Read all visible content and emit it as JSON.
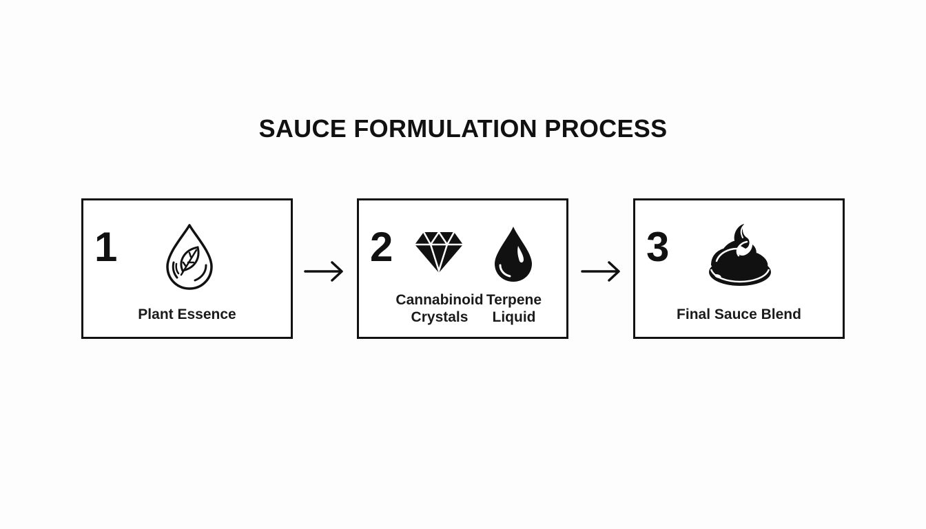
{
  "title": "SAUCE FORMULATION PROCESS",
  "steps": [
    {
      "number": "1",
      "icons": [
        "droplet-leaf-icon"
      ],
      "label": "Plant Essence"
    },
    {
      "number": "2",
      "icons": [
        "diamond-icon",
        "liquid-drop-icon"
      ],
      "sub_labels": [
        {
          "line1": "Cannabinoid",
          "line2": "Crystals"
        },
        {
          "line1": "Terpene",
          "line2": "Liquid"
        }
      ]
    },
    {
      "number": "3",
      "icons": [
        "sauce-swirl-icon"
      ],
      "label": "Final Sauce Blend"
    }
  ],
  "connectors": [
    "arrow-right",
    "arrow-right"
  ],
  "colors": {
    "stroke": "#111111",
    "background": "#fdfdfd"
  }
}
